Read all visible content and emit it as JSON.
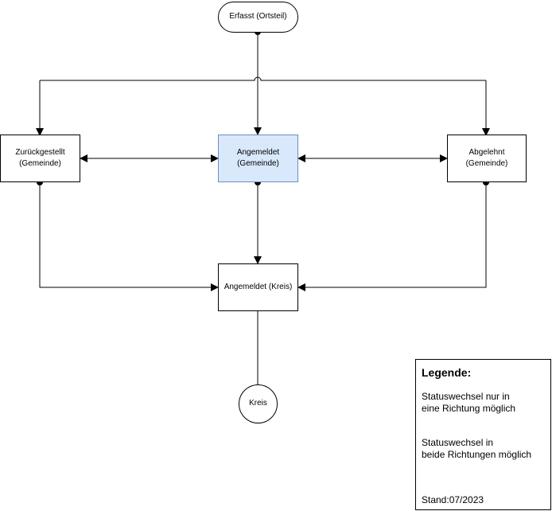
{
  "nodes": {
    "erfasst": "Erfasst (Ortsteil)",
    "zurueckgestellt": [
      "Zurückgestellt",
      "(Gemeinde)"
    ],
    "angemeldet_gemeinde": [
      "Angemeldet",
      "(Gemeinde)"
    ],
    "abgelehnt": [
      "Abgelehnt",
      "(Gemeinde)"
    ],
    "angemeldet_kreis": "Angemeldet (Kreis)",
    "kreis": "Kreis"
  },
  "legend": {
    "title": "Legende:",
    "one_way": [
      "Statuswechsel nur in",
      "eine Richtung möglich"
    ],
    "two_way": [
      "Statuswechsel in",
      "beide Richtungen möglich"
    ],
    "stand": "Stand:07/2023"
  },
  "colors": {
    "highlight_fill": "#dae8fc",
    "highlight_stroke": "#6c8ebf",
    "line": "#000000"
  }
}
